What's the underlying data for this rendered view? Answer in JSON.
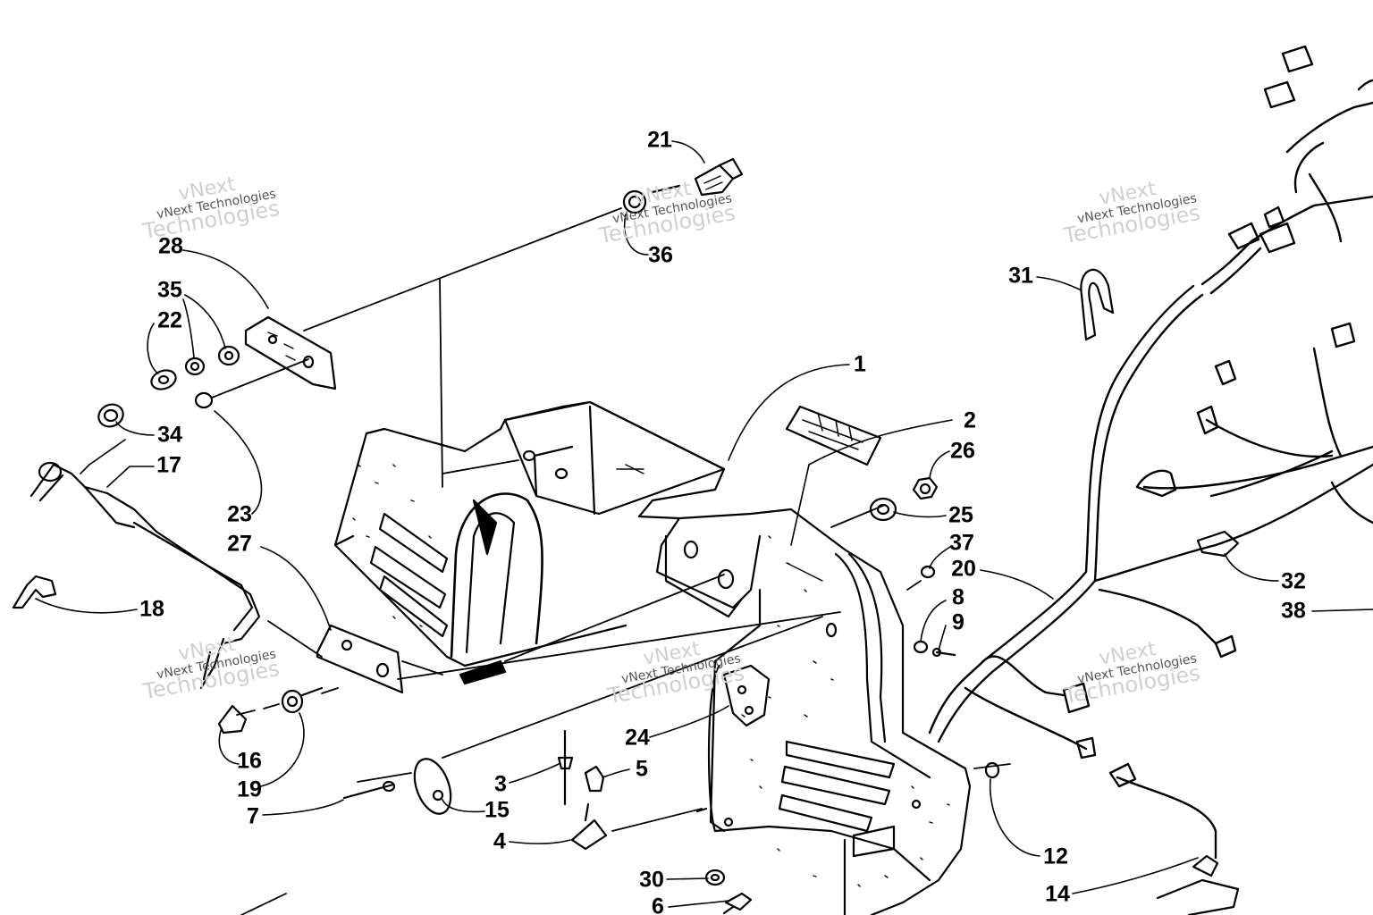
{
  "callouts": [
    {
      "id": "21",
      "label": "21"
    },
    {
      "id": "36",
      "label": "36"
    },
    {
      "id": "28",
      "label": "28"
    },
    {
      "id": "35",
      "label": "35"
    },
    {
      "id": "22",
      "label": "22"
    },
    {
      "id": "34",
      "label": "34"
    },
    {
      "id": "17",
      "label": "17"
    },
    {
      "id": "23",
      "label": "23"
    },
    {
      "id": "27",
      "label": "27"
    },
    {
      "id": "18",
      "label": "18"
    },
    {
      "id": "16",
      "label": "16"
    },
    {
      "id": "19",
      "label": "19"
    },
    {
      "id": "7",
      "label": "7"
    },
    {
      "id": "15",
      "label": "15"
    },
    {
      "id": "3",
      "label": "3"
    },
    {
      "id": "5",
      "label": "5"
    },
    {
      "id": "4",
      "label": "4"
    },
    {
      "id": "24",
      "label": "24"
    },
    {
      "id": "30",
      "label": "30"
    },
    {
      "id": "6",
      "label": "6"
    },
    {
      "id": "1",
      "label": "1"
    },
    {
      "id": "2",
      "label": "2"
    },
    {
      "id": "26",
      "label": "26"
    },
    {
      "id": "25",
      "label": "25"
    },
    {
      "id": "37",
      "label": "37"
    },
    {
      "id": "20",
      "label": "20"
    },
    {
      "id": "8",
      "label": "8"
    },
    {
      "id": "9",
      "label": "9"
    },
    {
      "id": "12",
      "label": "12"
    },
    {
      "id": "14",
      "label": "14"
    },
    {
      "id": "31",
      "label": "31"
    },
    {
      "id": "32",
      "label": "32"
    },
    {
      "id": "38",
      "label": "38"
    }
  ],
  "watermark": {
    "line1": "vNext",
    "line2": "vNext Technologies",
    "line3": "Technologies"
  },
  "colors": {
    "ink": "#000000",
    "watermark": "#cfcfcf"
  }
}
